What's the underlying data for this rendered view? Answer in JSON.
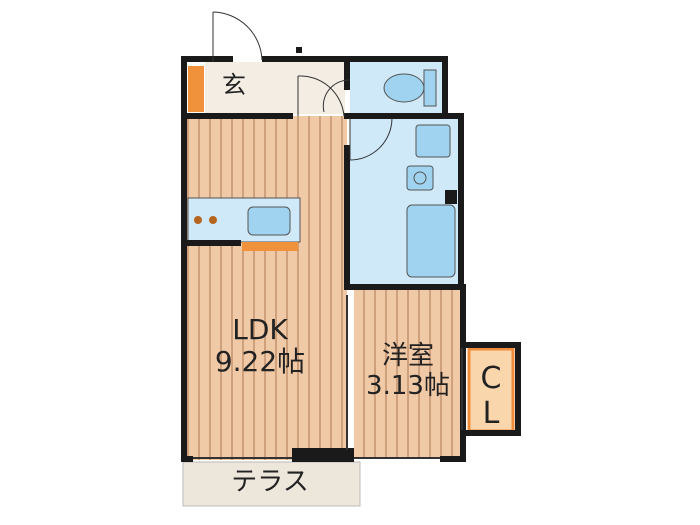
{
  "rooms": {
    "entrance": "玄",
    "ldk": {
      "name": "LDK",
      "size": "9.22帖"
    },
    "western": {
      "name": "洋室",
      "size": "3.13帖"
    },
    "closet": {
      "letter1": "C",
      "letter2": "L"
    },
    "terrace": "テラス"
  },
  "colors": {
    "wall": "#1a1a1a",
    "wood_floor": "#f0c9a6",
    "wood_stripe": "#cfa07c",
    "wet_area": "#cfe9f8",
    "fixture": "#9fd3ef",
    "counter": "#f0913c",
    "closet_fill": "#fad6ad",
    "closet_border": "#f08c3a",
    "terrace": "#ede6db",
    "entrance_floor": "#f3ede4"
  }
}
